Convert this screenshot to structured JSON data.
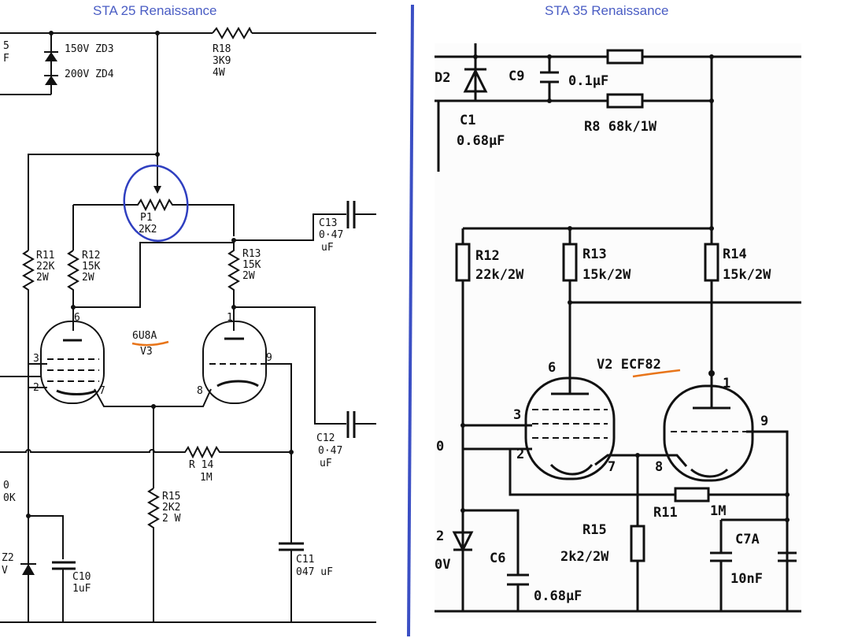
{
  "panels": {
    "left": {
      "title": "STA 25 Renaissance",
      "labels": {
        "zd3": "150V ZD3",
        "zd4": "200V ZD4",
        "r18_ref": "R18",
        "r18_val": "3K9",
        "r18_pow": "4W",
        "p1_ref": "P1",
        "p1_val": "2K2",
        "c13_ref": "C13",
        "c13_val": "0·47",
        "c13_unit": "uF",
        "r11_ref": "R11",
        "r11_val": "22K",
        "r11_pow": "2W",
        "r12_ref": "R12",
        "r12_val": "15K",
        "r12_pow": "2W",
        "r13_ref": "R13",
        "r13_val": "15K",
        "r13_pow": "2W",
        "tube_type": "6U8A",
        "tube_ref": "V3",
        "pin6": "6",
        "pin1": "1",
        "pin3": "3",
        "pin2": "2",
        "pin7": "7",
        "pin8": "8",
        "pin9": "9",
        "r14_ref": "R 14",
        "r14_val": "1M",
        "c12_ref": "C12",
        "c12_val": "0·47",
        "c12_unit": "uF",
        "r15_ref": "R15",
        "r15_val": "2K2",
        "r15_pow": "2 W",
        "c10_ref": "C10",
        "c10_val": "1uF",
        "c11_ref": "C11",
        "c11_val": "047 uF",
        "edge_top1": "5",
        "edge_top2": "F",
        "edge_mid1": "0",
        "edge_mid2": "0K",
        "edge_bot1": "Z2",
        "edge_bot2": "V"
      }
    },
    "right": {
      "title": "STA 35 Renaissance",
      "labels": {
        "d2": "D2",
        "c9_ref": "C9",
        "c9_val": "0.1µF",
        "c1_ref": "C1",
        "c1_val": "0.68µF",
        "r8": "R8  68k/1W",
        "r12_ref": "R12",
        "r12_val": "22k/2W",
        "r13_ref": "R13",
        "r13_val": "15k/2W",
        "r14_ref": "R14",
        "r14_val": "15k/2W",
        "tube": "V2 ECF82",
        "pin6": "6",
        "pin1": "1",
        "pin3": "3",
        "pin2": "2",
        "pin7": "7",
        "pin8": "8",
        "pin9": "9",
        "r11_ref": "R11",
        "r11_val": "1M",
        "r15_ref": "R15",
        "r15_val": "2k2/2W",
        "c6_ref": "C6",
        "c6_val": "0.68µF",
        "c7a_ref": "C7A",
        "c7a_val": "10nF",
        "edge_0": "0",
        "edge_z": "2",
        "edge_v": "0V"
      }
    }
  },
  "colors": {
    "title": "#4a5dc4",
    "divider": "#3b4fc4",
    "annotation_circle": "#2f3fc0",
    "underline": "#e8751a"
  }
}
